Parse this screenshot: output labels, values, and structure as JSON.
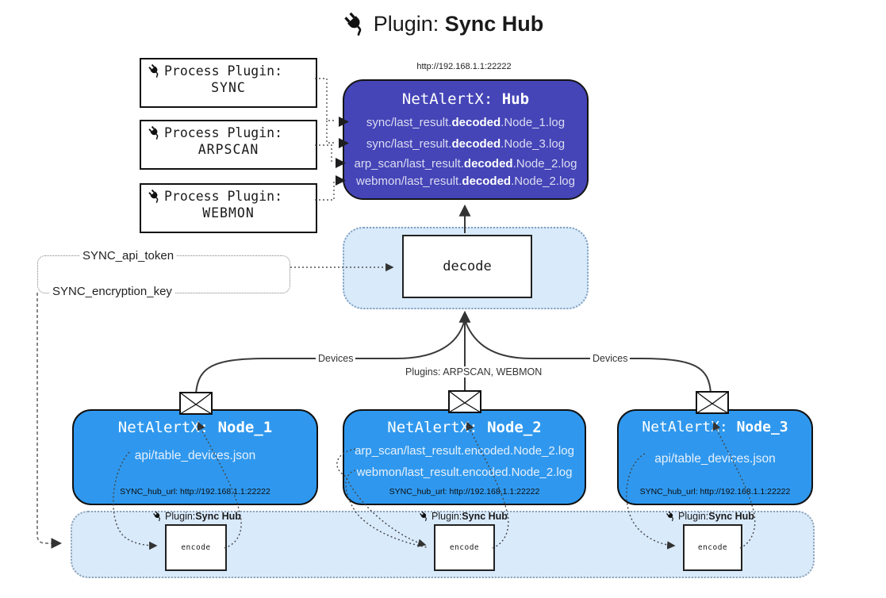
{
  "title": {
    "prefix": "Plugin: ",
    "name": "Sync Hub"
  },
  "hub": {
    "url": "http://192.168.1.1:22222",
    "title_prefix": "NetAlertX: ",
    "title_name": "Hub",
    "lines": [
      {
        "pre": "sync/last_result.",
        "bold": "decoded",
        "post": ".Node_1.log"
      },
      {
        "pre": "sync/last_result.",
        "bold": "decoded",
        "post": ".Node_3.log"
      },
      {
        "pre": "arp_scan/last_result.",
        "bold": "decoded",
        "post": ".Node_2.log"
      },
      {
        "pre": "webmon/last_result.",
        "bold": "decoded",
        "post": ".Node_2.log"
      }
    ]
  },
  "process_plugins": [
    {
      "label": "Process Plugin:",
      "name": "SYNC"
    },
    {
      "label": "Process Plugin:",
      "name": "ARPSCAN"
    },
    {
      "label": "Process Plugin:",
      "name": "WEBMON"
    }
  ],
  "decode": {
    "label": "decode"
  },
  "tokens": {
    "api_token": "SYNC_api_token",
    "encryption_key": "SYNC_encryption_key"
  },
  "edges": {
    "devices_left": "Devices",
    "devices_right": "Devices",
    "plugins_mid": "Plugins: ARPSCAN, WEBMON"
  },
  "nodes": [
    {
      "title_prefix": "NetAlertX: ",
      "title_name": "Node_1",
      "line1": "api/table_devices.json",
      "hub_url": "SYNC_hub_url: http://192.168.1.1:22222"
    },
    {
      "title_prefix": "NetAlertX: ",
      "title_name": "Node_2",
      "line1": "arp_scan/last_result.encoded.Node_2.log",
      "line2": "webmon/last_result.encoded.Node_2.log",
      "hub_url": "SYNC_hub_url: http://192.168.1.1:22222"
    },
    {
      "title_prefix": "NetAlertX: ",
      "title_name": "Node_3",
      "line1": "api/table_devices.json",
      "hub_url": "SYNC_hub_url: http://192.168.1.1:22222"
    }
  ],
  "encoders": [
    {
      "plugin_prefix": "Plugin: ",
      "plugin_name": "Sync Hub",
      "box": "encode"
    },
    {
      "plugin_prefix": "Plugin: ",
      "plugin_name": "Sync Hub",
      "box": "encode"
    },
    {
      "plugin_prefix": "Plugin: ",
      "plugin_name": "Sync Hub",
      "box": "encode"
    }
  ],
  "colors": {
    "hub_fill": "#4545b8",
    "node_fill": "#2f98ee",
    "panel_fill": "#d9eafb",
    "line_color": "#3a3a3a"
  }
}
